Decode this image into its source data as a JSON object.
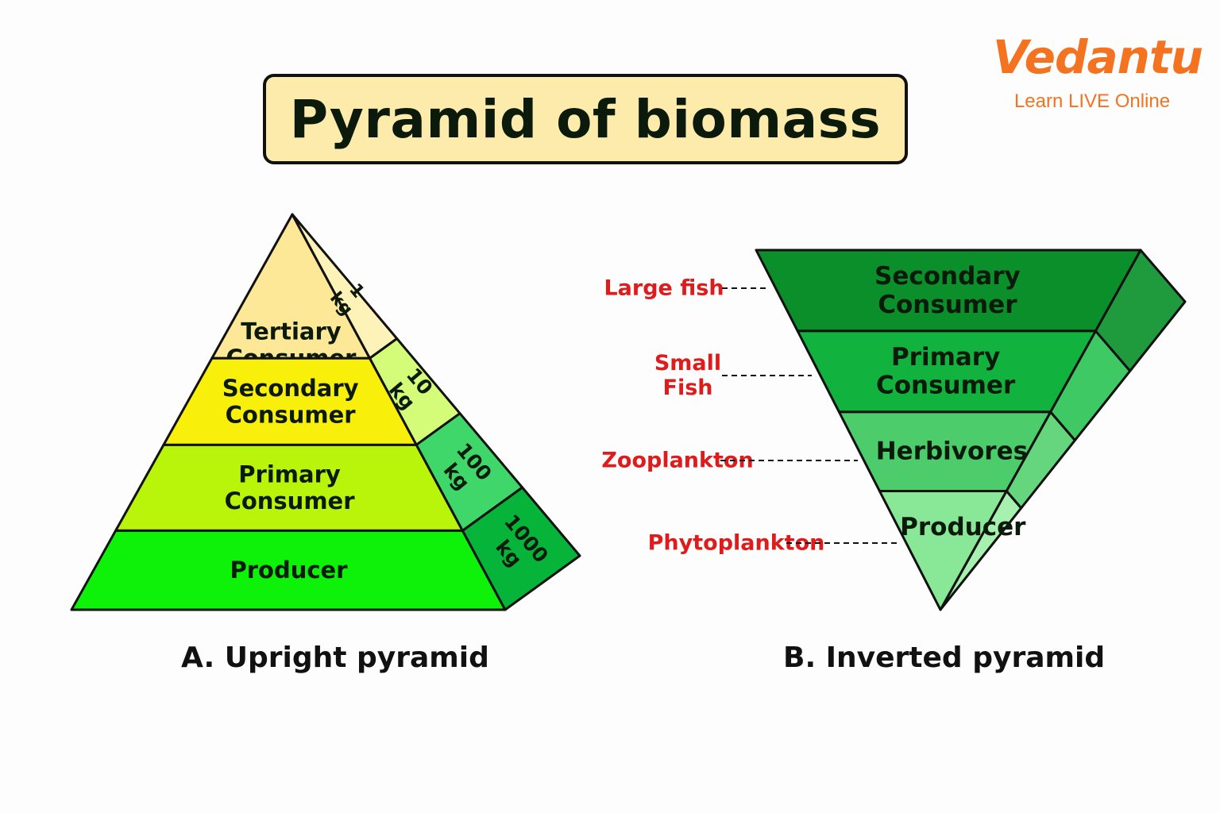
{
  "title": "Pyramid of biomass",
  "logo": {
    "name": "Vedantu",
    "tagline": "Learn LIVE Online"
  },
  "upright": {
    "caption": "A. Upright pyramid",
    "levels": [
      {
        "label_lines": [
          "Tertiary",
          "Consumer"
        ],
        "biomass_lines": [
          "1",
          "kg"
        ]
      },
      {
        "label_lines": [
          "Secondary",
          "Consumer"
        ],
        "biomass_lines": [
          "10",
          "kg"
        ]
      },
      {
        "label_lines": [
          "Primary",
          "Consumer"
        ],
        "biomass_lines": [
          "100",
          "kg"
        ]
      },
      {
        "label_lines": [
          "Producer"
        ],
        "biomass_lines": [
          "1000",
          "kg"
        ]
      }
    ]
  },
  "inverted": {
    "caption": "B. Inverted pyramid",
    "levels": [
      {
        "label_lines": [
          "Secondary",
          "Consumer"
        ],
        "organism_lines": [
          "Large fish"
        ]
      },
      {
        "label_lines": [
          "Primary",
          "Consumer"
        ],
        "organism_lines": [
          "Small",
          "Fish"
        ]
      },
      {
        "label_lines": [
          "Herbivores"
        ],
        "organism_lines": [
          "Zooplankton"
        ]
      },
      {
        "label_lines": [
          "Producer"
        ],
        "organism_lines": [
          "Phytoplankton"
        ]
      }
    ]
  },
  "colors": {
    "title_fill": "#fcebab",
    "logo_orange": "#f47321",
    "organism_label": "#e01b1b",
    "upright_front": [
      "#fce896",
      "#f8ef0a",
      "#b8f50a",
      "#0ef20a"
    ],
    "upright_side": [
      "#fdf2b8",
      "#d4fc78",
      "#3fd66a",
      "#06b43a"
    ],
    "inverted_front": [
      "#0a8f2a",
      "#12b23e",
      "#4ccc6a",
      "#88e898"
    ],
    "inverted_side": [
      "#1f9a3c",
      "#3fc964",
      "#66d67e",
      "#a6f0b0"
    ]
  }
}
